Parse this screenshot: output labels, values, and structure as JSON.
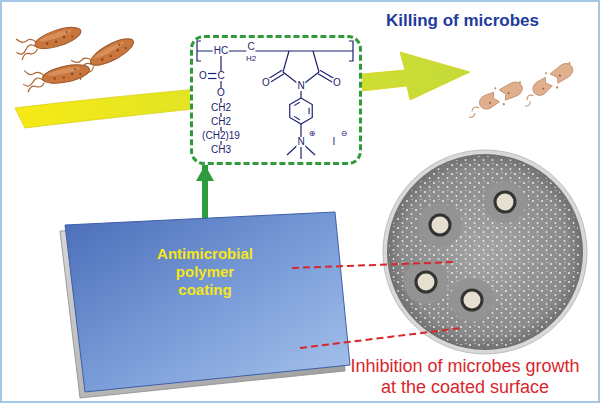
{
  "diagram": {
    "nodes": [
      {
        "text": [
          "HC",
          "C",
          "H2",
          "O",
          "N",
          "O",
          "C",
          "O",
          "O",
          "CH2",
          "CH2",
          "(CH2)19",
          "CH3",
          "N",
          "⊕",
          "I",
          "⊖"
        ]
      },
      {
        "text": [
          "Antimicrobial polymer coating"
        ]
      }
    ],
    "edges": [
      {
        "from": 1,
        "to": 0,
        "arrow": "to"
      }
    ],
    "labels": [
      "Killing of microbes",
      "Inhibition of microbes growth at the coated surface"
    ]
  }
}
